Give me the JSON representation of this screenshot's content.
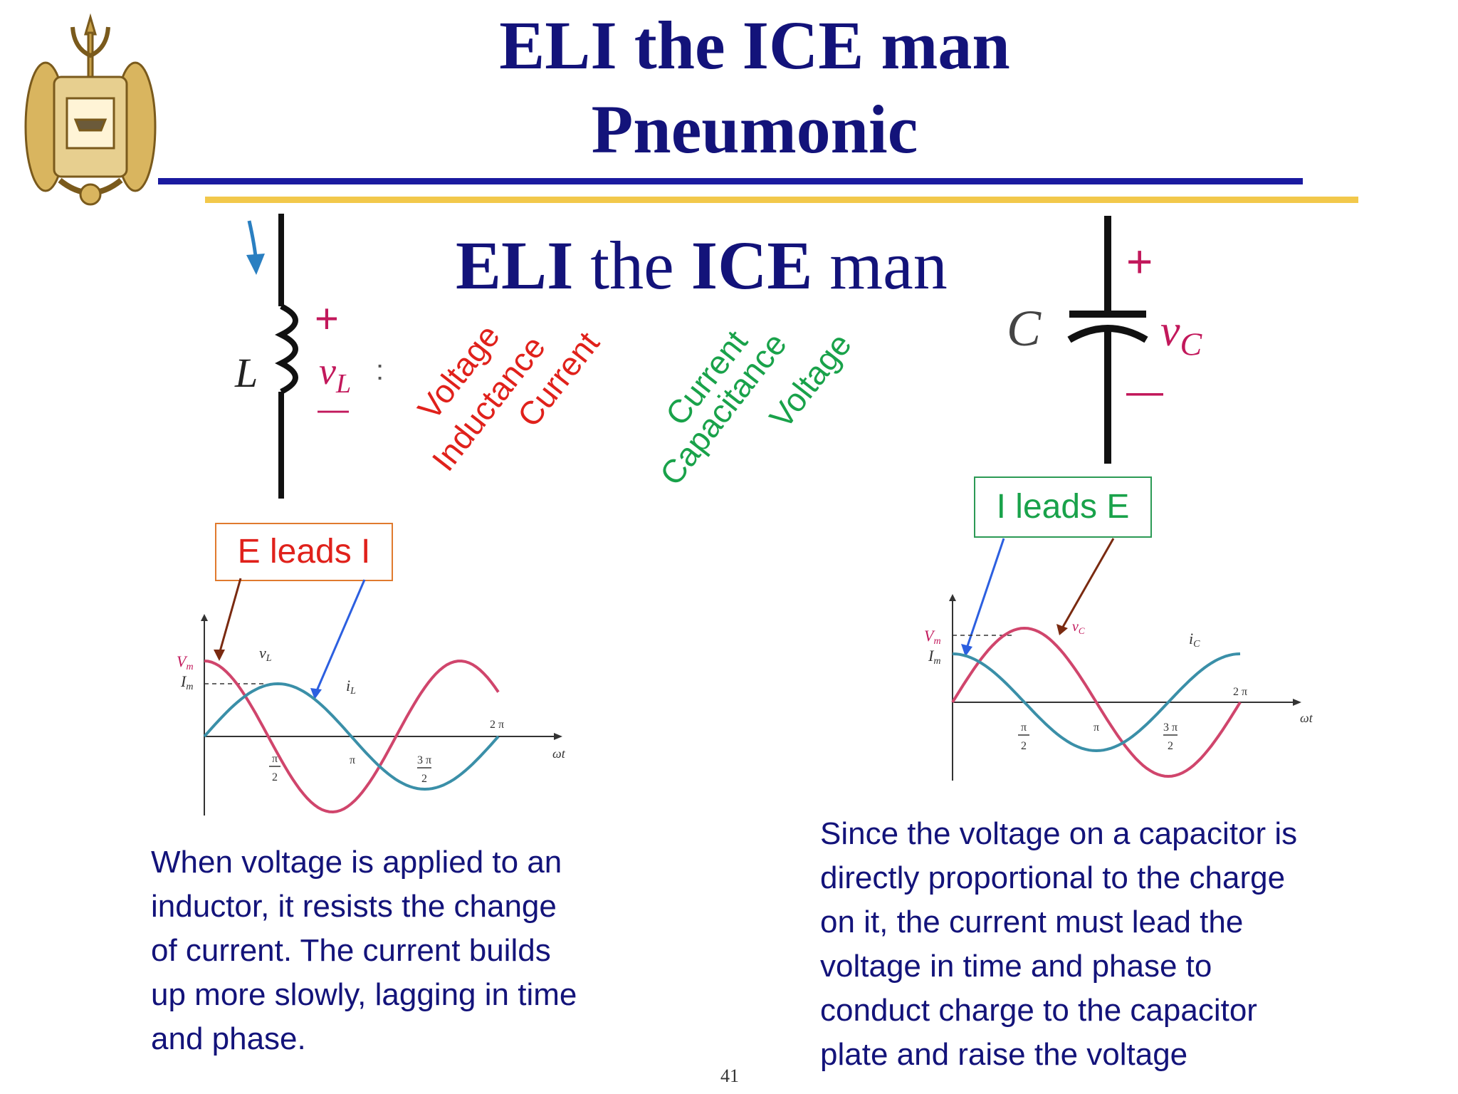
{
  "slide": {
    "title_line1": "ELI the ICE man",
    "title_line2": "Pneumonic",
    "subtitle": {
      "part1": "ELI",
      "part2": " the ",
      "part3": "ICE",
      "part4": " man"
    },
    "page_number": "41",
    "colors": {
      "navy": "#13137a",
      "blue_rule": "#1a1aa0",
      "gold_rule": "#f2c84b",
      "red": "#e0211b",
      "green": "#19a24a"
    }
  },
  "logo": {
    "icon": "naval-academy-crest-icon"
  },
  "inductor": {
    "symbol_label": "L",
    "voltage_label": "v",
    "voltage_subscript": "L",
    "plus": "+",
    "minus": "—",
    "colon": ":",
    "eli_words": [
      "Voltage",
      "Inductance",
      "Current"
    ],
    "callout": "E leads I",
    "graph": {
      "vm": "V",
      "vm_sub": "m",
      "im": "I",
      "im_sub": "m",
      "v_label": "v",
      "v_sub": "L",
      "i_label": "i",
      "i_sub": "L",
      "pi_half_num": "π",
      "pi_half_den": "2",
      "pi": "π",
      "three_pi_half_num": "3 π",
      "three_pi_half_den": "2",
      "two_pi": "2 π",
      "axis": "ωt"
    },
    "paragraph": [
      "When voltage is applied to an",
      "inductor, it resists the change",
      "of current.  The current builds",
      "up more slowly, lagging in time",
      "and phase."
    ]
  },
  "capacitor": {
    "symbol_label": "C",
    "voltage_label": "v",
    "voltage_subscript": "C",
    "plus": "+",
    "minus": "—",
    "ice_words": [
      "Current",
      "Capacitance",
      "Voltage"
    ],
    "callout": "I leads E",
    "graph": {
      "vm": "V",
      "vm_sub": "m",
      "im": "I",
      "im_sub": "m",
      "v_label": "v",
      "v_sub": "C",
      "i_label": "i",
      "i_sub": "C",
      "pi_half_num": "π",
      "pi_half_den": "2",
      "pi": "π",
      "three_pi_half_num": "3 π",
      "three_pi_half_den": "2",
      "two_pi": "2 π",
      "axis": "ωt"
    },
    "paragraph": [
      "Since the voltage on a capacitor is",
      "directly proportional to the charge",
      "on it, the current must lead the",
      "voltage in time and phase to",
      "conduct charge to the capacitor",
      "plate and raise the voltage"
    ]
  }
}
